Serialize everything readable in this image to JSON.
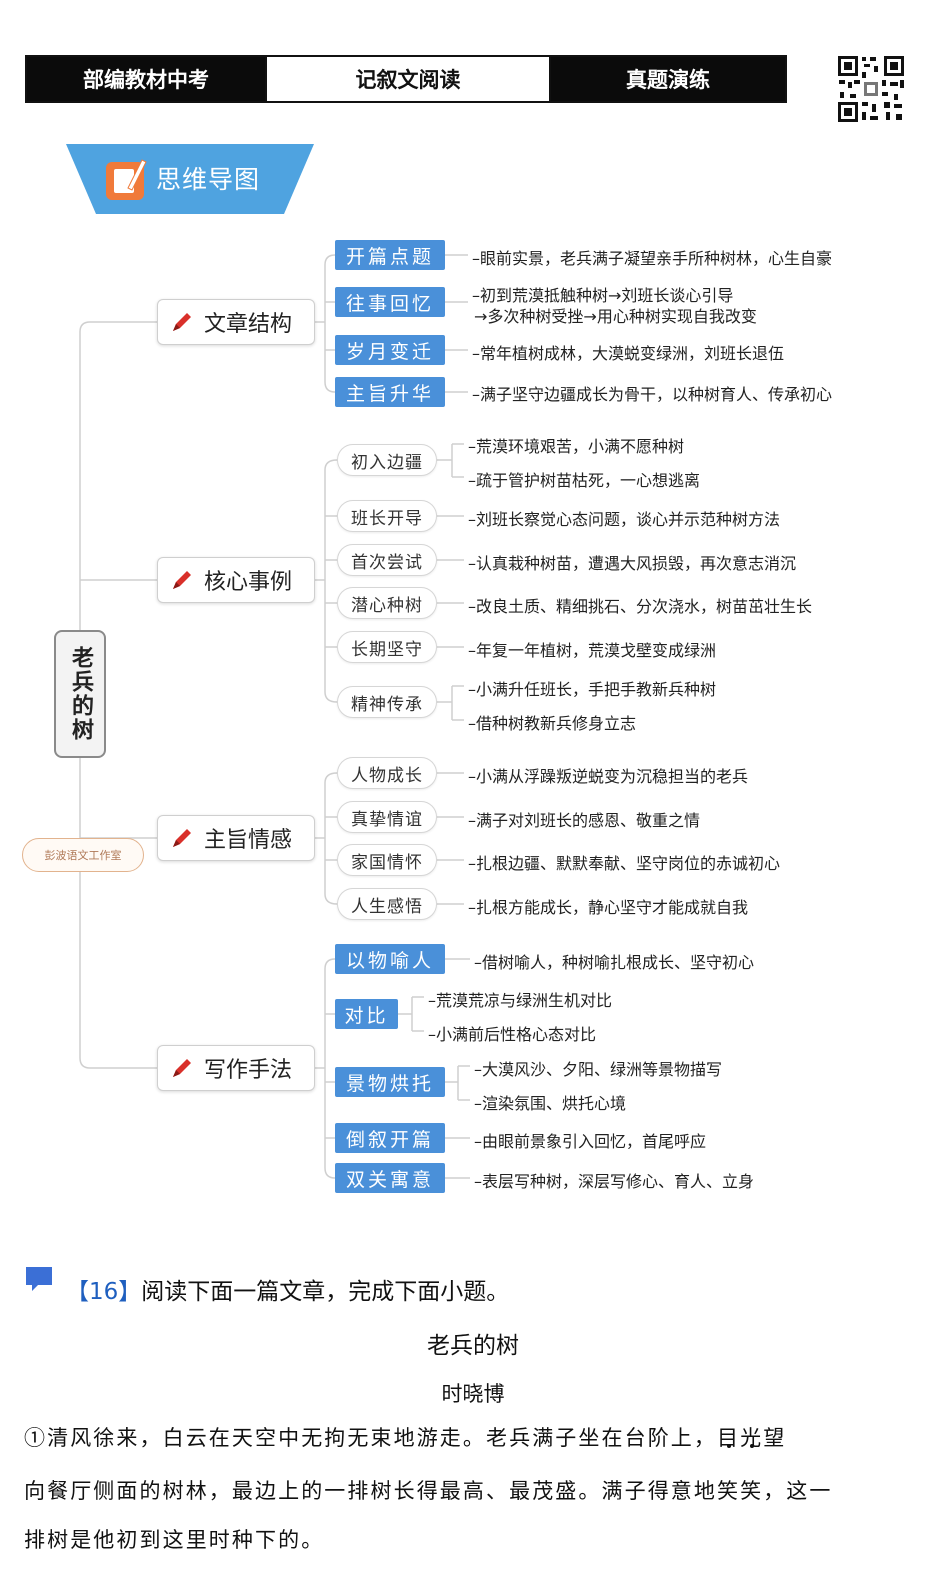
{
  "header": {
    "left": "部编教材中考",
    "center": "记叙文阅读",
    "right": "真题演练"
  },
  "banner": {
    "label": "思维导图"
  },
  "mindmap": {
    "root": "老兵的树",
    "studio": "彭波语文工作室",
    "branches": [
      {
        "label": "文章结构",
        "items": [
          {
            "tag": "开篇点题",
            "lines": [
              "–眼前实景，老兵满子凝望亲手所种树林，心生自豪"
            ]
          },
          {
            "tag": "往事回忆",
            "lines": [
              "–初到荒漠抵触种树→刘班长谈心引导",
              "→多次种树受挫→用心种树实现自我改变"
            ]
          },
          {
            "tag": "岁月变迁",
            "lines": [
              "–常年植树成林，大漠蜕变绿洲，刘班长退伍"
            ]
          },
          {
            "tag": "主旨升华",
            "lines": [
              "–满子坚守边疆成长为骨干，以种树育人、传承初心"
            ]
          }
        ]
      },
      {
        "label": "核心事例",
        "items": [
          {
            "tag": "初入边疆",
            "lines": [
              "–荒漠环境艰苦，小满不愿种树",
              "–疏于管护树苗枯死，一心想逃离"
            ]
          },
          {
            "tag": "班长开导",
            "lines": [
              "–刘班长察觉心态问题，谈心并示范种树方法"
            ]
          },
          {
            "tag": "首次尝试",
            "lines": [
              "–认真栽种树苗，遭遇大风损毁，再次意志消沉"
            ]
          },
          {
            "tag": "潜心种树",
            "lines": [
              "–改良土质、精细挑石、分次浇水，树苗茁壮生长"
            ]
          },
          {
            "tag": "长期坚守",
            "lines": [
              "–年复一年植树，荒漠戈壁变成绿洲"
            ]
          },
          {
            "tag": "精神传承",
            "lines": [
              "–小满升任班长，手把手教新兵种树",
              "–借种树教新兵修身立志"
            ]
          }
        ]
      },
      {
        "label": "主旨情感",
        "items": [
          {
            "tag": "人物成长",
            "lines": [
              "–小满从浮躁叛逆蜕变为沉稳担当的老兵"
            ]
          },
          {
            "tag": "真挚情谊",
            "lines": [
              "–满子对刘班长的感恩、敬重之情"
            ]
          },
          {
            "tag": "家国情怀",
            "lines": [
              "–扎根边疆、默默奉献、坚守岗位的赤诚初心"
            ]
          },
          {
            "tag": "人生感悟",
            "lines": [
              "–扎根方能成长，静心坚守才能成就自我"
            ]
          }
        ]
      },
      {
        "label": "写作手法",
        "items": [
          {
            "tag": "以物喻人",
            "lines": [
              "–借树喻人，种树喻扎根成长、坚守初心"
            ]
          },
          {
            "tag": "对比",
            "lines": [
              "–荒漠荒凉与绿洲生机对比",
              "–小满前后性格心态对比"
            ]
          },
          {
            "tag": "景物烘托",
            "lines": [
              "–大漠风沙、夕阳、绿洲等景物描写",
              "–渲染氛围、烘托心境"
            ]
          },
          {
            "tag": "倒叙开篇",
            "lines": [
              "–由眼前景象引入回忆，首尾呼应"
            ]
          },
          {
            "tag": "双关寓意",
            "lines": [
              "–表层写种树，深层写修心、育人、立身"
            ]
          }
        ]
      }
    ]
  },
  "question": {
    "number": "【16】",
    "prompt": "阅读下面一篇文章，完成下面小题。",
    "article_title": "老兵的树",
    "author": "时晓博",
    "para1_a": "①清风徐来，白云在天空中无拘无束地游走。老兵满子坐在台阶上，",
    "para1_dot1": "目",
    "para1_dot2": "光",
    "para1_b": "望",
    "para1_line2": "向餐厅侧面的树林，最边上的一排树长得最高、最茂盛。满子得意地笑笑，这一",
    "para1_line3": "排树是他初到这里时种下的。"
  },
  "colors": {
    "tag_blue": "#4a90d9",
    "banner": "#4fa3e0",
    "pen": "#d9302a",
    "header": "#0b0b0b"
  }
}
